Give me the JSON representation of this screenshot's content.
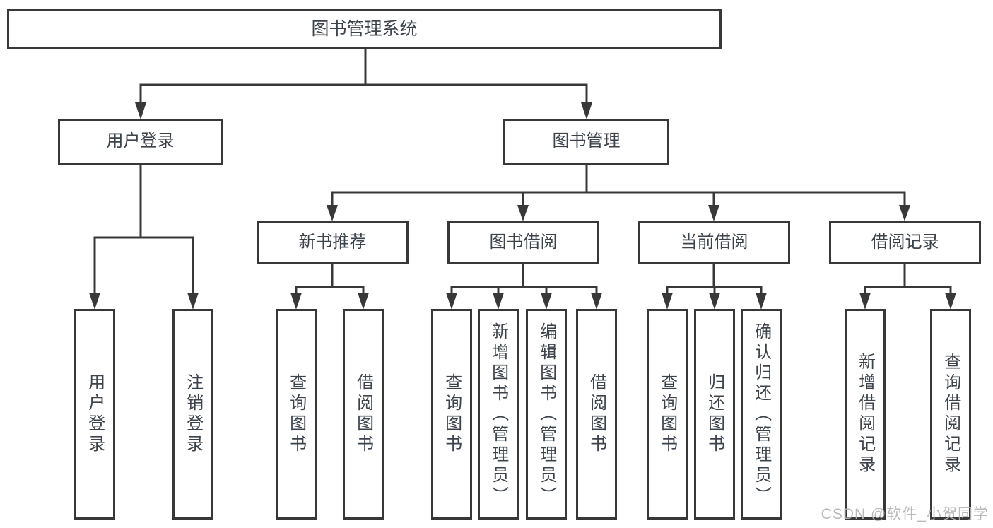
{
  "diagram": {
    "root": {
      "label": "图书管理系统"
    },
    "level1": [
      {
        "id": "user-login",
        "label": "用户登录"
      },
      {
        "id": "book-management",
        "label": "图书管理"
      }
    ],
    "level2": [
      {
        "id": "new-book-recommendation",
        "label": "新书推荐",
        "parent": "book-management"
      },
      {
        "id": "book-borrowing",
        "label": "图书借阅",
        "parent": "book-management"
      },
      {
        "id": "current-borrowing",
        "label": "当前借阅",
        "parent": "book-management"
      },
      {
        "id": "borrowing-records",
        "label": "借阅记录",
        "parent": "book-management"
      }
    ],
    "leaves": [
      {
        "parent": "user-login",
        "label": "用户登录"
      },
      {
        "parent": "user-login",
        "label": "注销登录"
      },
      {
        "parent": "new-book-recommendation",
        "label": "查询图书"
      },
      {
        "parent": "new-book-recommendation",
        "label": "借阅图书"
      },
      {
        "parent": "book-borrowing",
        "label": "查询图书"
      },
      {
        "parent": "book-borrowing",
        "label": "新增图书（管理员）"
      },
      {
        "parent": "book-borrowing",
        "label": "编辑图书（管理员）"
      },
      {
        "parent": "book-borrowing",
        "label": "借阅图书"
      },
      {
        "parent": "current-borrowing",
        "label": "查询图书"
      },
      {
        "parent": "current-borrowing",
        "label": "归还图书"
      },
      {
        "parent": "current-borrowing",
        "label": "确认归还（管理员）"
      },
      {
        "parent": "borrowing-records",
        "label": "新增借阅记录"
      },
      {
        "parent": "borrowing-records",
        "label": "查询借阅记录"
      }
    ],
    "colors": {
      "line": "#383838",
      "box_border": "#383838",
      "text": "#3c434b",
      "background": "#ffffff",
      "watermark": "#b4b4b4"
    }
  },
  "watermark": {
    "text": "CSDN @软件_小贺同学"
  }
}
